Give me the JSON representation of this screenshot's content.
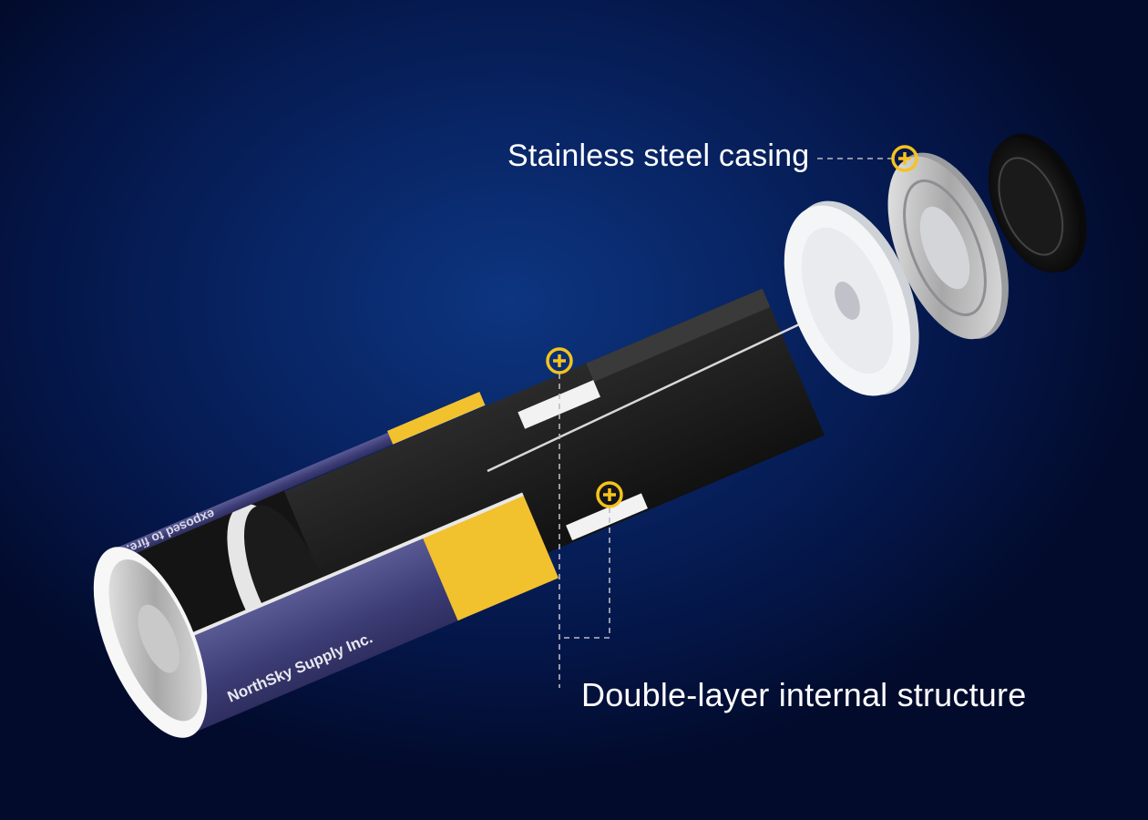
{
  "callouts": {
    "casing": {
      "label": "Stainless steel casing"
    },
    "structure": {
      "label": "Double-layer internal structure"
    }
  },
  "product_print": {
    "brand": "NorthSky Supply Inc.",
    "warning": "exposed to fire."
  },
  "colors": {
    "marker": "#f5c31c",
    "label_purple": "#4a4a8a",
    "label_yellow": "#f2c12e",
    "leader_line": "#b9bcc4"
  },
  "icons": {
    "marker": "plus-circle-icon"
  }
}
